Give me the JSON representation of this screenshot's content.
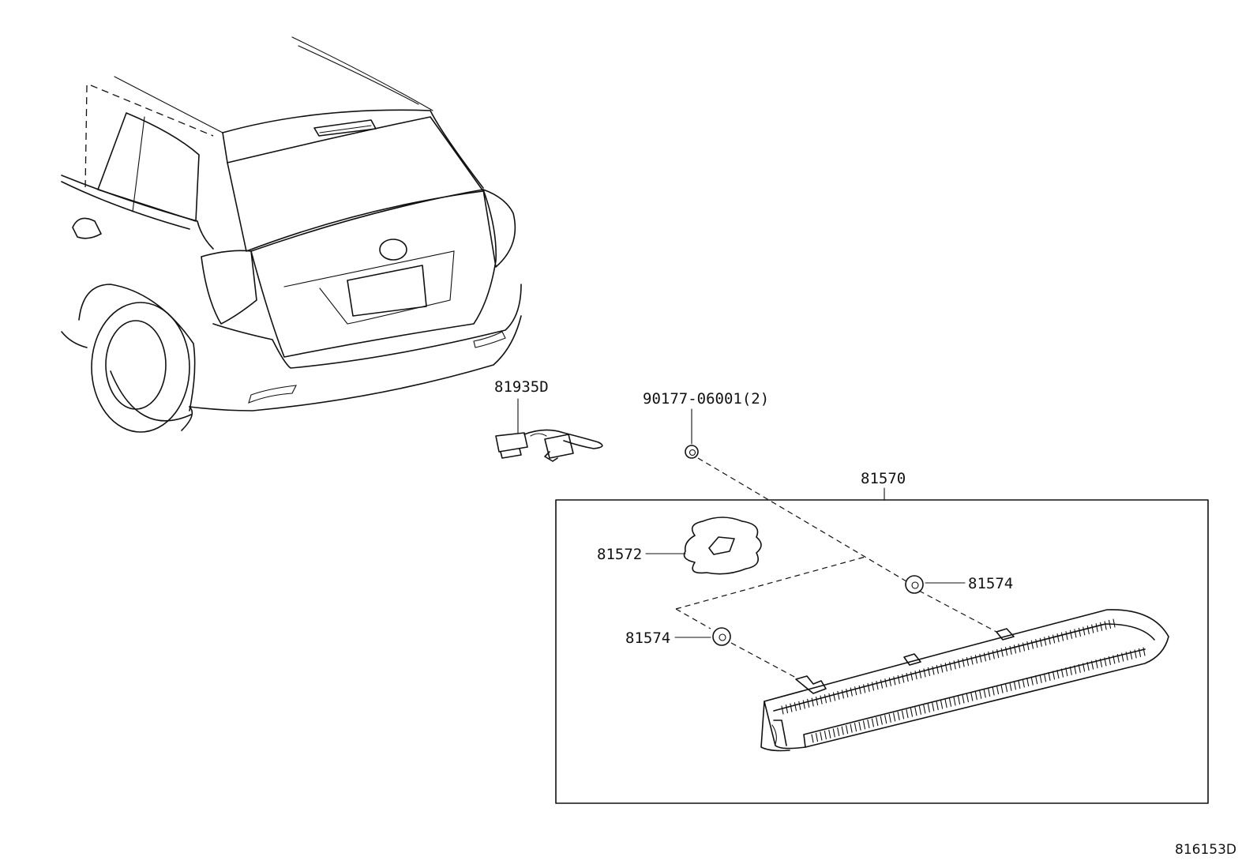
{
  "labels": {
    "harness": "81935D",
    "nut": "90177-06001(2)",
    "assembly": "81570",
    "gasket": "81572",
    "grommet_right": "81574",
    "grommet_left": "81574"
  },
  "illustration_ref": "816153D",
  "icons": {
    "vehicle": "vehicle-rear-view-illustration",
    "connector": "wire-harness-connector",
    "nut": "nut-part",
    "gasket": "gasket-part",
    "grommet": "grommet-part",
    "stop_lamp": "high-mount-stop-lamp"
  },
  "colors": {
    "ink": "#111111",
    "background": "#ffffff"
  }
}
